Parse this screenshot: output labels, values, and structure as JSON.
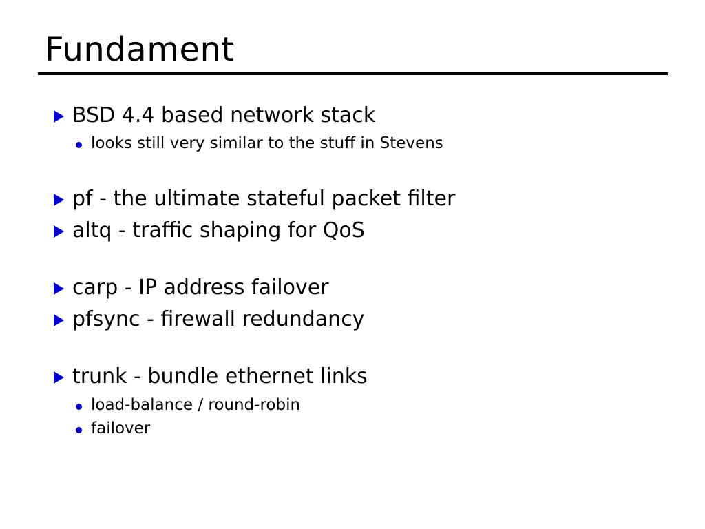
{
  "slide": {
    "title": "Fundament",
    "text_color": "#000000",
    "bullet_color": "#0000cc",
    "rule_color": "#000000",
    "groups": [
      {
        "items": [
          {
            "level": 1,
            "text": "BSD 4.4 based network stack"
          },
          {
            "level": 2,
            "text": "looks still very similar to the stuff in Stevens"
          }
        ]
      },
      {
        "items": [
          {
            "level": 1,
            "text": "pf - the ultimate stateful packet filter"
          },
          {
            "level": 1,
            "text": "altq - traffic shaping for QoS"
          }
        ]
      },
      {
        "items": [
          {
            "level": 1,
            "text": "carp - IP address failover"
          },
          {
            "level": 1,
            "text": "pfsync - firewall redundancy"
          }
        ]
      },
      {
        "items": [
          {
            "level": 1,
            "text": "trunk - bundle ethernet links"
          },
          {
            "level": 2,
            "text": "load-balance / round-robin"
          },
          {
            "level": 2,
            "text": "failover"
          }
        ]
      }
    ]
  }
}
